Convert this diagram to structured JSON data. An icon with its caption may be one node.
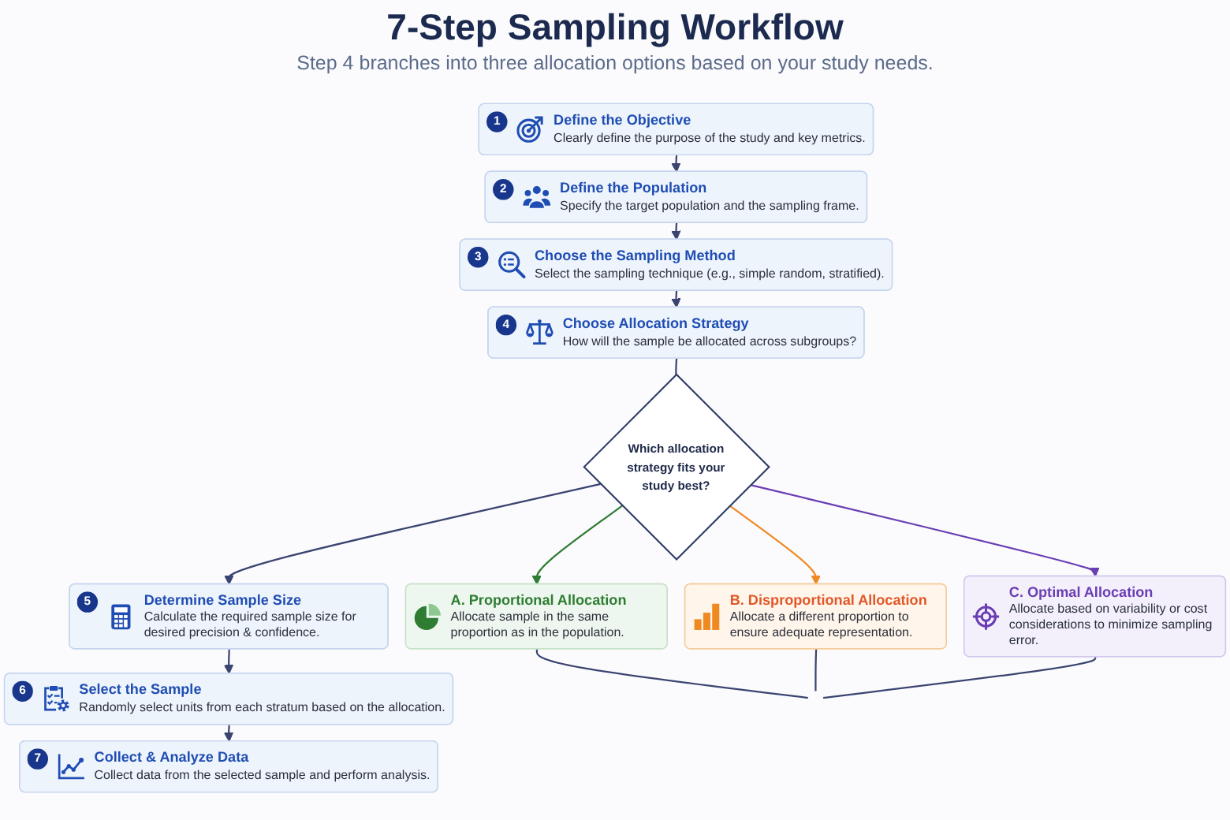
{
  "diagram": {
    "title": "7-Step Sampling Workflow",
    "nodes": [
      {
        "text": [
          "1",
          "Define the Objective",
          "Clearly define the purpose of the study and key metrics."
        ]
      },
      {
        "text": [
          "2",
          "Define the Population",
          "Specify the target population and the sampling frame."
        ]
      },
      {
        "text": [
          "3",
          "Choose the Sampling Method",
          "Select the sampling technique (e.g., simple random, stratified)."
        ]
      },
      {
        "text": [
          "4",
          "Choose Allocation Strategy",
          "How will the sample be allocated across subgroups?"
        ]
      },
      {
        "text": [
          "Which allocation strategy fits your study best?"
        ]
      },
      {
        "text": [
          "A. Proportional Allocation",
          "Allocate sample in the same proportion as in the population."
        ]
      },
      {
        "text": [
          "B. Disproportional Allocation",
          "Allocate a different proportion to ensure adequate representation."
        ]
      },
      {
        "text": [
          "C. Optimal Allocation",
          "Allocate based on variability or cost considerations to minimize sampling error."
        ]
      },
      {
        "text": [
          "5",
          "Determine Sample Size",
          "Calculate the required sample size for desired precision & confidence."
        ]
      },
      {
        "text": [
          "6",
          "Select the Sample",
          "Randomly select units from each stratum based on the allocation."
        ]
      },
      {
        "text": [
          "7",
          "Collect & Analyze Data",
          "Collect data from the selected sample and perform analysis."
        ]
      }
    ],
    "edges": [
      {
        "from": 0,
        "to": 1,
        "arrow": "to"
      },
      {
        "from": 1,
        "to": 2,
        "arrow": "to"
      },
      {
        "from": 2,
        "to": 3,
        "arrow": "to"
      },
      {
        "from": 3,
        "to": 4,
        "arrow": "none"
      },
      {
        "from": 4,
        "to": 5,
        "arrow": "to",
        "color": "#2e7d32"
      },
      {
        "from": 4,
        "to": 6,
        "arrow": "to",
        "color": "#ef8a23"
      },
      {
        "from": 4,
        "to": 7,
        "arrow": "to",
        "color": "#6a3db3"
      },
      {
        "from": 4,
        "to": 8,
        "arrow": "to"
      },
      {
        "from": 8,
        "to": 9,
        "arrow": "to"
      },
      {
        "from": 9,
        "to": 10,
        "arrow": "to"
      },
      {
        "from": 5,
        "to": null,
        "arrow": "none"
      },
      {
        "from": 6,
        "to": null,
        "arrow": "none"
      },
      {
        "from": 7,
        "to": null,
        "arrow": "none"
      }
    ],
    "labels": [
      "Step 4 branches into three allocation options based on your study needs."
    ]
  }
}
